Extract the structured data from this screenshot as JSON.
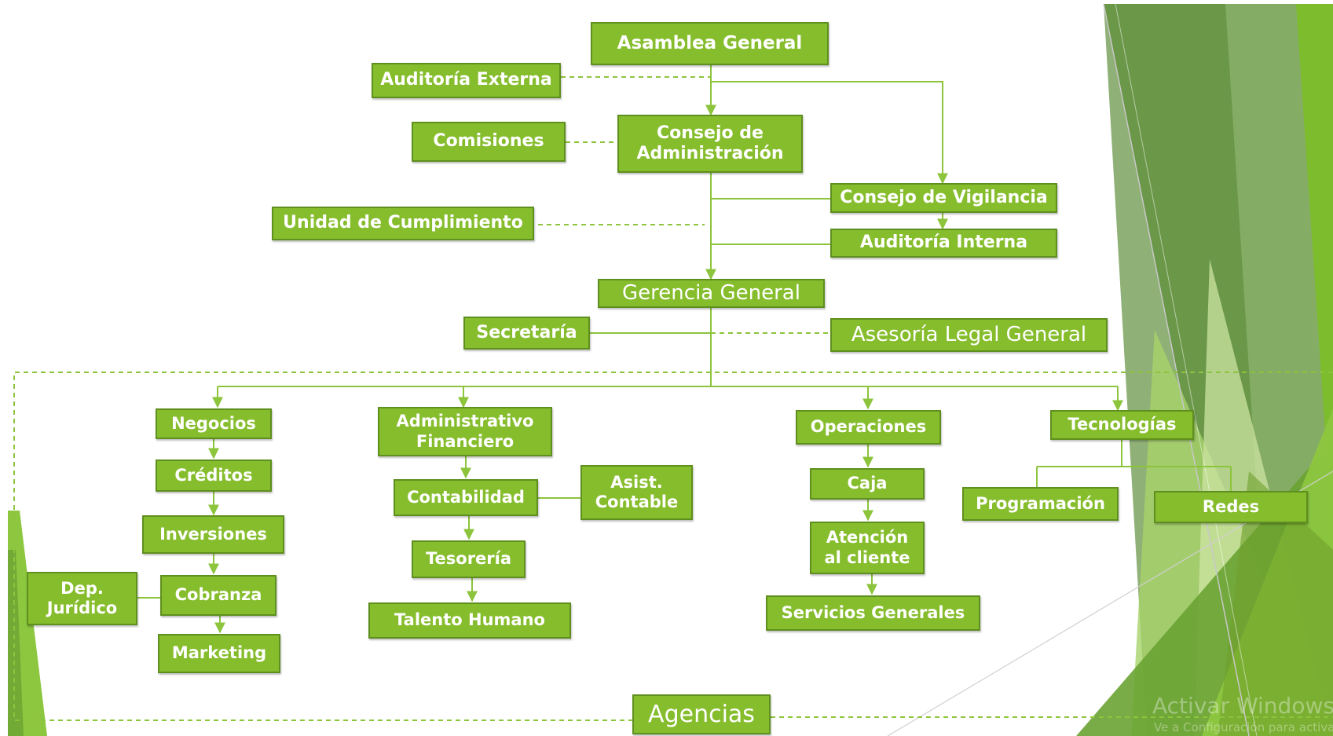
{
  "colors": {
    "box_fill": "#86bd2d",
    "box_border": "#5f8f1e",
    "connector": "#8cc43c",
    "text": "#ffffff"
  },
  "boxes": {
    "asamblea": "Asamblea General",
    "auditoria_externa": "Auditoría Externa",
    "comisiones": "Comisiones",
    "consejo_admin": "Consejo de Administración",
    "consejo_vigilancia": "Consejo de Vigilancia",
    "unidad_cumplimiento": "Unidad de Cumplimiento",
    "auditoria_interna": "Auditoría Interna",
    "gerencia": "Gerencia General",
    "secretaria": "Secretaría",
    "asesoria_legal": "Asesoría Legal General",
    "negocios": "Negocios",
    "creditos": "Créditos",
    "inversiones": "Inversiones",
    "cobranza": "Cobranza",
    "dep_juridico": "Dep. Jurídico",
    "marketing": "Marketing",
    "admin_financiero": "Administrativo Financiero",
    "contabilidad": "Contabilidad",
    "asist_contable": "Asist. Contable",
    "tesoreria": "Tesorería",
    "talento_humano": "Talento Humano",
    "operaciones": "Operaciones",
    "caja": "Caja",
    "atencion_cliente": "Atención al cliente",
    "servicios_generales": "Servicios Generales",
    "tecnologias": "Tecnologías",
    "programacion": "Programación",
    "redes": "Redes",
    "agencias": "Agencias"
  },
  "watermark": {
    "line1": "Activar Windows",
    "line2": "Ve a Configuración para activar Windows."
  }
}
